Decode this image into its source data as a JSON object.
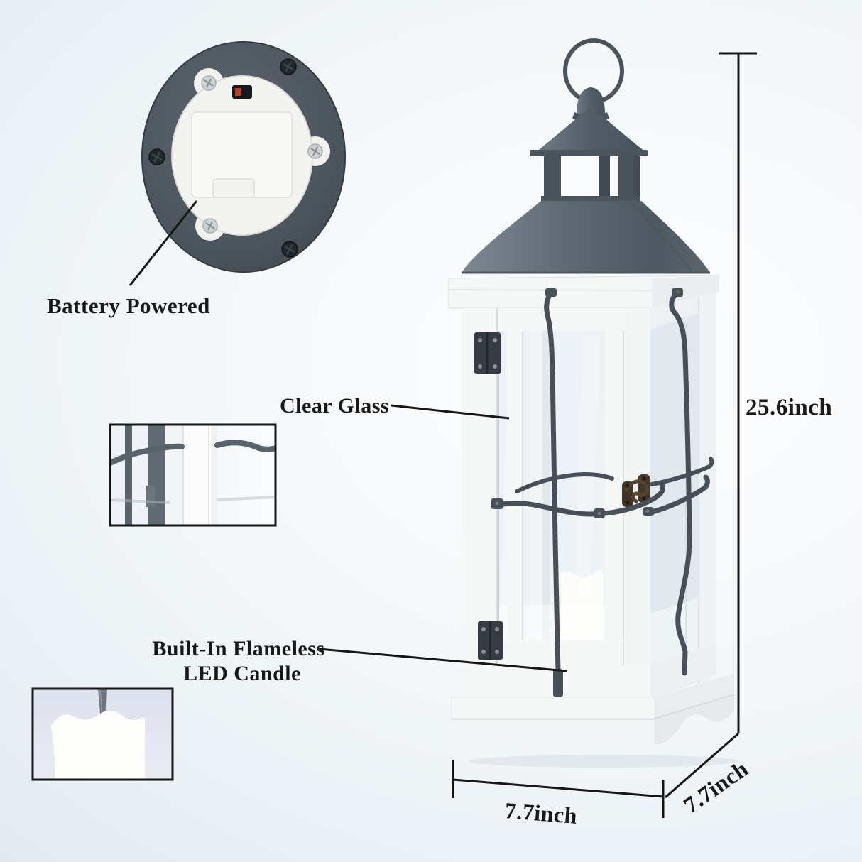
{
  "callouts": {
    "battery": {
      "label": "Battery Powered"
    },
    "clear_glass": {
      "label": "Clear Glass"
    },
    "led_candle": {
      "line1": "Built-In Flameless",
      "line2": "LED Candle"
    }
  },
  "dimensions": {
    "height": "25.6inch",
    "width": "7.7inch",
    "depth": "7.7inch"
  },
  "insets": {
    "battery_compartment": "battery-compartment-photo",
    "glass_detail": "clear-glass-corner-photo",
    "candle_detail": "led-candle-closeup-photo"
  },
  "colors": {
    "line": "#161616",
    "text": "#181818",
    "background_edge": "#d8e2eb",
    "background_center": "#fdfdfe",
    "roof_slate": "#57626b",
    "roof_light": "#7d8892",
    "metal_dark": "#475058",
    "frame_white": "#f6f7f7",
    "frame_shade": "#eceff1",
    "glass_front": "#ecf2f5",
    "glass_side": "#e1e9ee",
    "candle_white": "#fcfcfa",
    "latch_bronze": "#3f3226",
    "screw_silver": "#ccd1d4",
    "screw_black": "#22272b",
    "ring_plate_gray": "#4e575f",
    "switch_red": "#c03a1e"
  }
}
